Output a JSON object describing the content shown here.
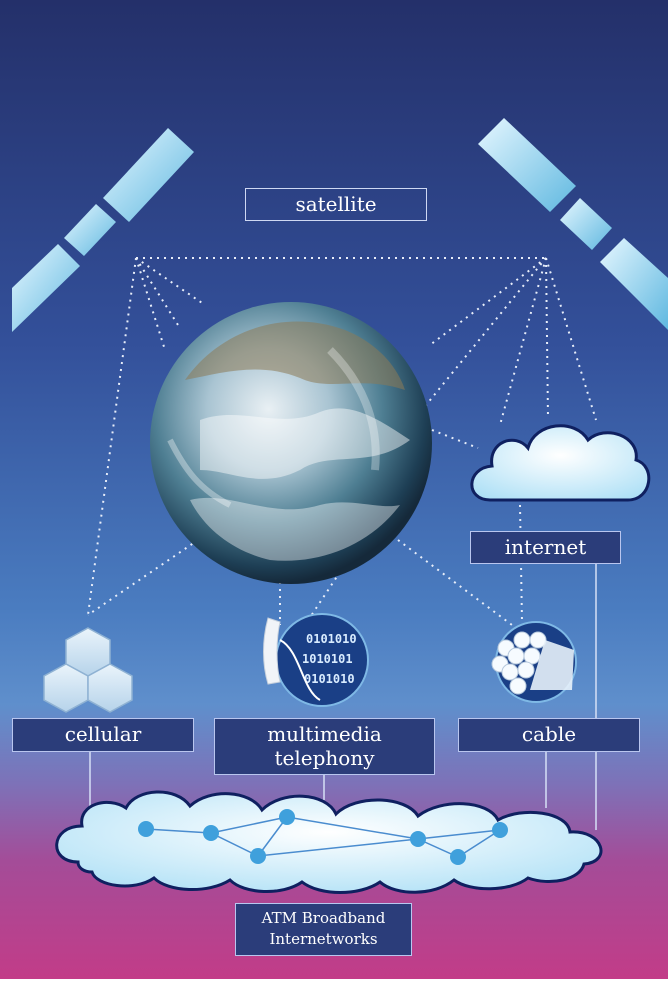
{
  "labels": {
    "satellite": "satellite",
    "internet": "internet",
    "cellular": "cellular",
    "multimedia_line1": "multimedia",
    "multimedia_line2": "telephony",
    "cable": "cable",
    "atm_line1": "ATM Broadband",
    "atm_line2": "Internetworks"
  },
  "binary_digits": [
    "0101010",
    "1010101",
    "0101010"
  ],
  "colors": {
    "sky_top": "#24306a",
    "sky_mid": "#3b5fa6",
    "sky_low": "#5d8fca",
    "magenta": "#b8408c",
    "label_box": "#2b3d7a",
    "node": "#3fa0dc"
  }
}
